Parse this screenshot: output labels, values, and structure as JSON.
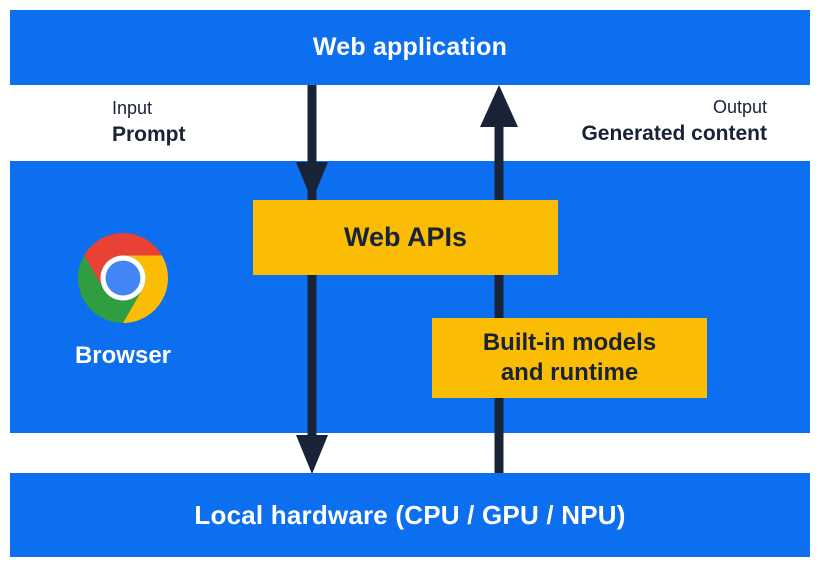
{
  "colors": {
    "blue": "#0b6ff0",
    "yellow": "#fbbc04",
    "navy": "#182338",
    "white": "#ffffff",
    "chrome-red": "#e94235",
    "chrome-green": "#2f9e41",
    "chrome-blue": "#4285f4"
  },
  "diagram": {
    "top_bar": {
      "label": "Web application"
    },
    "input_label": {
      "line1": "Input",
      "line2": "Prompt"
    },
    "output_label": {
      "line1": "Output",
      "line2": "Generated content"
    },
    "browser": {
      "label": "Browser",
      "icon": "chrome-logo-icon"
    },
    "web_apis_box": {
      "label": "Web APIs"
    },
    "builtin_box": {
      "line1": "Built-in models",
      "line2": "and runtime"
    },
    "bottom_bar": {
      "label": "Local hardware (CPU / GPU / NPU)"
    },
    "arrows": [
      {
        "name": "input-flow-arrow",
        "direction": "down",
        "from": "Web application",
        "to": "Local hardware via Web APIs"
      },
      {
        "name": "output-flow-arrow",
        "direction": "up",
        "from": "Local hardware via Built-in models and runtime",
        "to": "Web application"
      }
    ]
  }
}
